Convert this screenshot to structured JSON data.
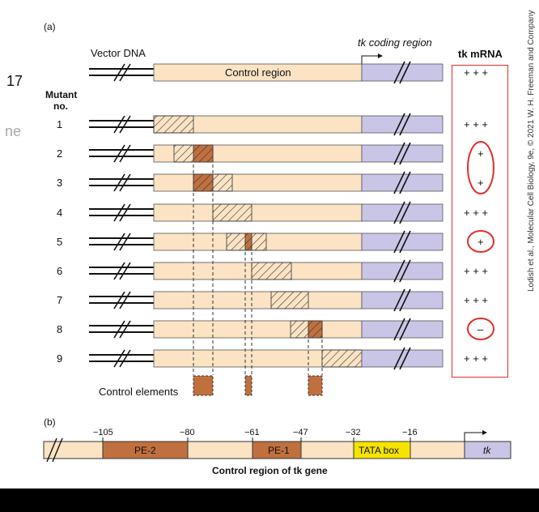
{
  "panel_a": {
    "label": "(a)",
    "vector_dna_label": "Vector DNA",
    "control_region_label": "Control region",
    "tk_coding_label": "tk coding region",
    "tk_mrna_header": "tk mRNA",
    "mutant_header_line1": "Mutant",
    "mutant_header_line2": "no.",
    "control_row_mrna": "+ + +",
    "mutants": [
      {
        "no": "1",
        "mrna": "+ + +",
        "circled": false
      },
      {
        "no": "2",
        "mrna": "+",
        "circled": true
      },
      {
        "no": "3",
        "mrna": "+",
        "circled": true
      },
      {
        "no": "4",
        "mrna": "+ + +",
        "circled": false
      },
      {
        "no": "5",
        "mrna": "+",
        "circled": true
      },
      {
        "no": "6",
        "mrna": "+ + +",
        "circled": false
      },
      {
        "no": "7",
        "mrna": "+ + +",
        "circled": false
      },
      {
        "no": "8",
        "mrna": "–",
        "circled": true
      },
      {
        "no": "9",
        "mrna": "+ + +",
        "circled": false
      }
    ],
    "control_elements_label": "Control elements"
  },
  "panel_b": {
    "label": "(b)",
    "positions": [
      "−105",
      "−80",
      "−61",
      "−47",
      "−32",
      "−16"
    ],
    "pe2_label": "PE-2",
    "pe1_label": "PE-1",
    "tata_label": "TATA box",
    "tk_label": "tk",
    "caption": "Control region of tk gene"
  },
  "credit": "Lodish et al., Molecular Cell Biology, 9e, © 2021 W. H. Freeman and Company",
  "slide_fragments": {
    "number": "17",
    "partial_word": "ne"
  },
  "colors": {
    "control_fill": "#fbe3c4",
    "coding_fill": "#c9c5e6",
    "element_fill": "#c0703f",
    "tata_fill": "#f5e400",
    "circle_red": "#e0302c",
    "background_band": "#000000"
  }
}
